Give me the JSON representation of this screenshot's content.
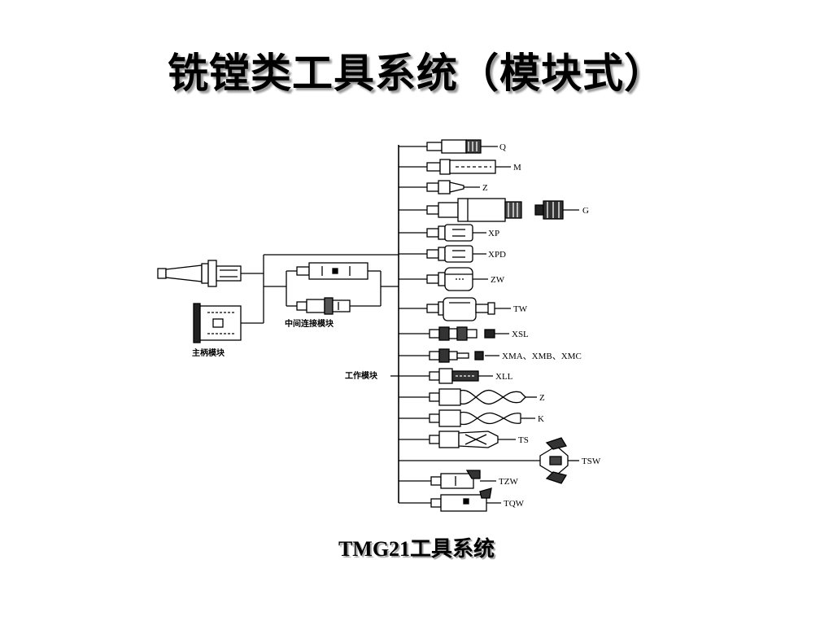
{
  "title": "铣镗类工具系统（模块式）",
  "caption": "TMG21工具系统",
  "diagram": {
    "shank_label": "主柄模块",
    "intermediate_label": "中间连接模块",
    "working_label": "工作模块",
    "tools": [
      {
        "id": "Q",
        "label": "Q"
      },
      {
        "id": "M",
        "label": "M"
      },
      {
        "id": "Z1",
        "label": "Z"
      },
      {
        "id": "G",
        "label": "G"
      },
      {
        "id": "XP",
        "label": "XP"
      },
      {
        "id": "XPD",
        "label": "XPD"
      },
      {
        "id": "ZW",
        "label": "ZW"
      },
      {
        "id": "TW",
        "label": "TW"
      },
      {
        "id": "XSL",
        "label": "XSL"
      },
      {
        "id": "XMA",
        "label": "XMA、XMB、XMC"
      },
      {
        "id": "XLL",
        "label": "XLL"
      },
      {
        "id": "Z2",
        "label": "Z"
      },
      {
        "id": "K",
        "label": "K"
      },
      {
        "id": "TS",
        "label": "TS"
      },
      {
        "id": "TSW",
        "label": "TSW"
      },
      {
        "id": "TZW",
        "label": "TZW"
      },
      {
        "id": "TQW",
        "label": "TQW"
      }
    ]
  }
}
